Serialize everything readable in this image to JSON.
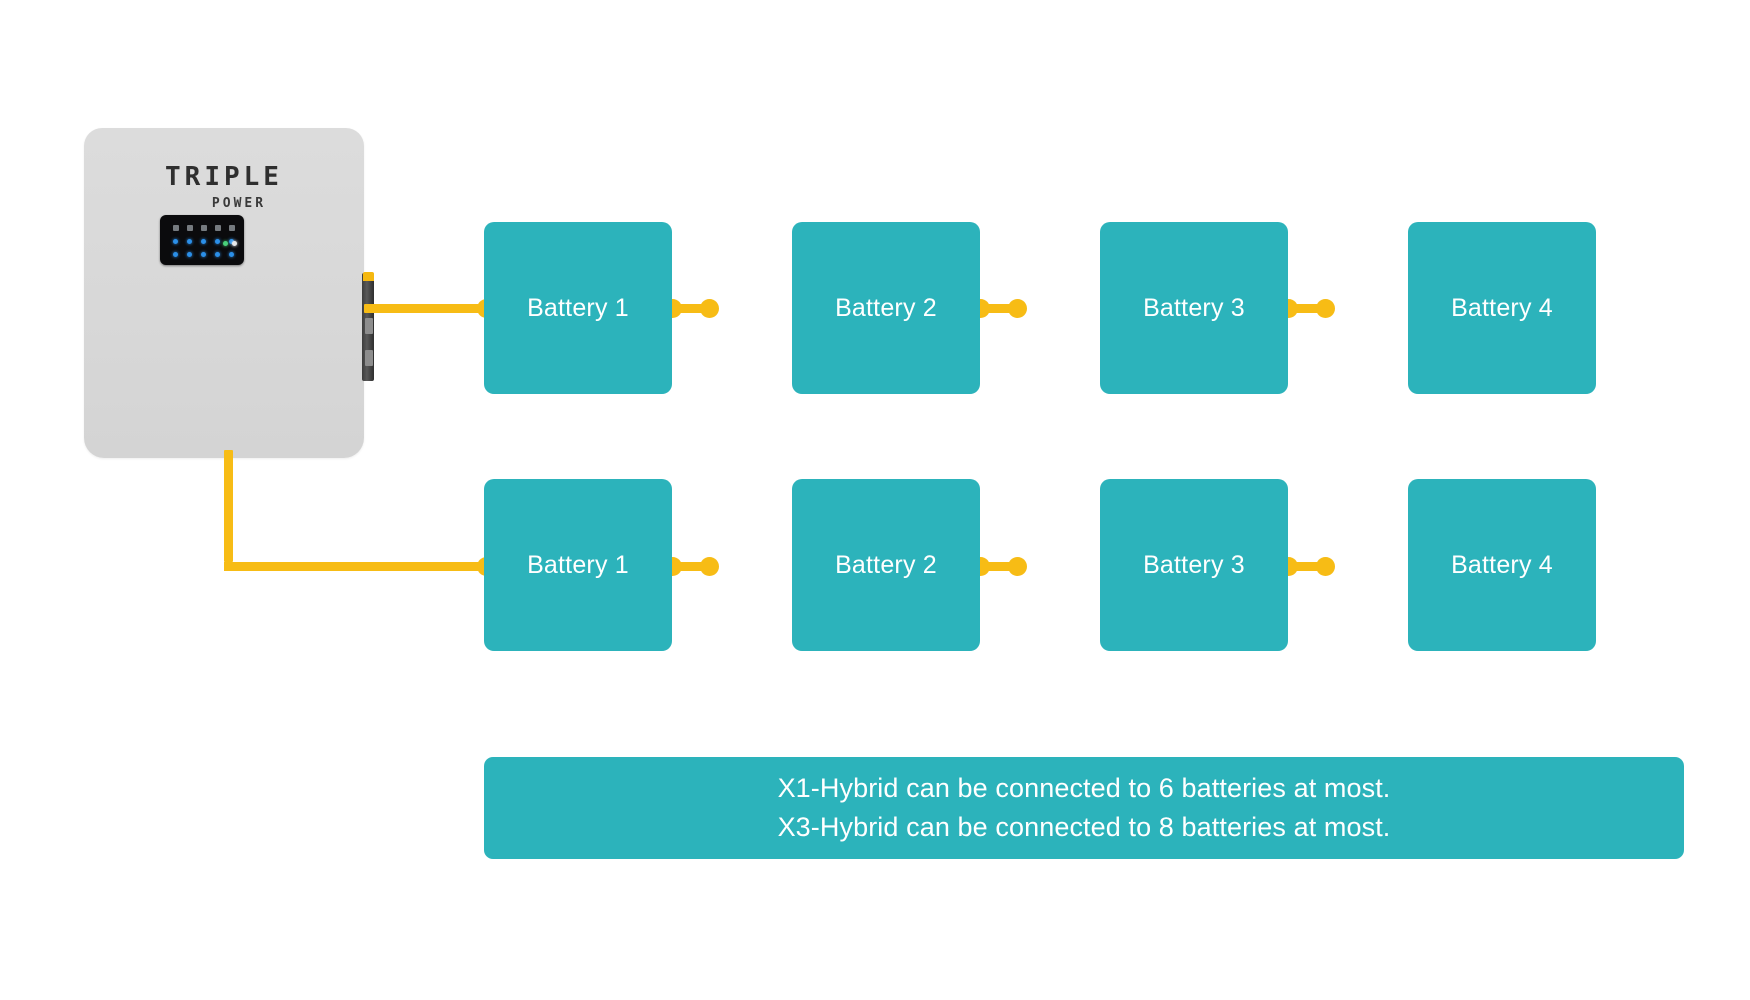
{
  "diagram": {
    "title": "Battery connection diagram",
    "background_color": "#ffffff",
    "accent_teal": "#2cb3bb",
    "accent_yellow": "#f7bc15",
    "device_body_color": "#d8d8d8"
  },
  "inverter": {
    "brand": "TRIPLE",
    "sub_brand": "POWER",
    "display_name": "led-status-panel",
    "indicator_rows": 2,
    "indicators_per_row": 5,
    "side_indicator_green": "#49d17a",
    "side_indicator_white": "#e8e8e8",
    "port_label": "battery-port"
  },
  "rows": [
    {
      "row_name": "battery-row-1",
      "batteries": [
        {
          "label": "Battery 1"
        },
        {
          "label": "Battery 2"
        },
        {
          "label": "Battery 3"
        },
        {
          "label": "Battery 4"
        }
      ]
    },
    {
      "row_name": "battery-row-2",
      "batteries": [
        {
          "label": "Battery 1"
        },
        {
          "label": "Battery 2"
        },
        {
          "label": "Battery 3"
        },
        {
          "label": "Battery 4"
        }
      ]
    }
  ],
  "note": {
    "line1": "X1-Hybrid can be connected to 6 batteries at most.",
    "line2": "X3-Hybrid can be connected to 8 batteries at most."
  }
}
